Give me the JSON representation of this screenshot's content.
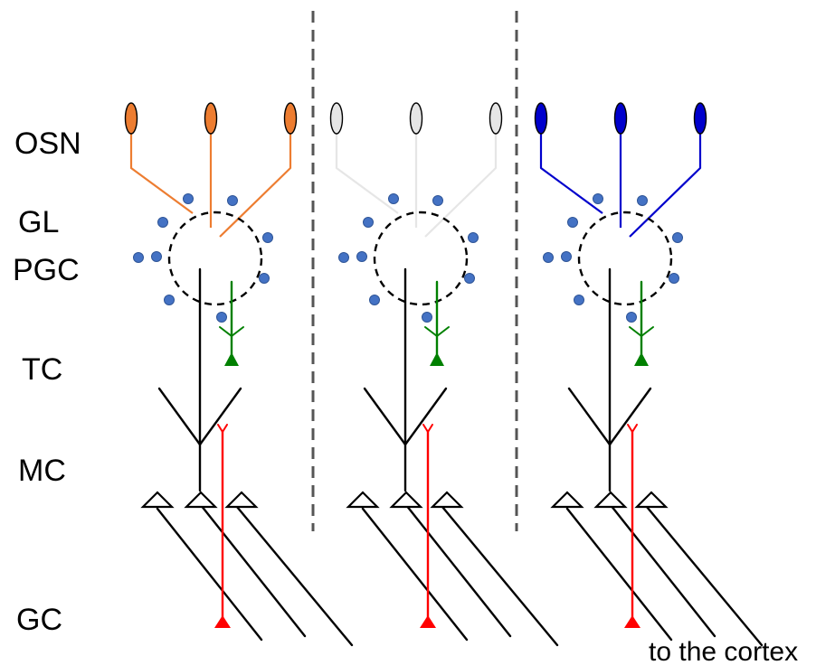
{
  "layer_labels": {
    "osn": "OSN",
    "gl": "GL",
    "pgc": "PGC",
    "tc": "TC",
    "mc": "MC",
    "gc": "GC"
  },
  "output_label": "to the cortex",
  "colors": {
    "outline": "#000000",
    "divider": "#555555",
    "pgc_dot_fill": "#4472c4",
    "pgc_dot_stroke": "#2f5597",
    "tufted_cell": "#008000",
    "granule_cell": "#ff0000",
    "osn_unit_1": "#ed7d31",
    "osn_unit_2": "#e6e6e6",
    "osn_unit_3": "#0000cc"
  },
  "units": [
    {
      "osn_color_key": "osn_unit_1"
    },
    {
      "osn_color_key": "osn_unit_2"
    },
    {
      "osn_color_key": "osn_unit_3"
    }
  ]
}
